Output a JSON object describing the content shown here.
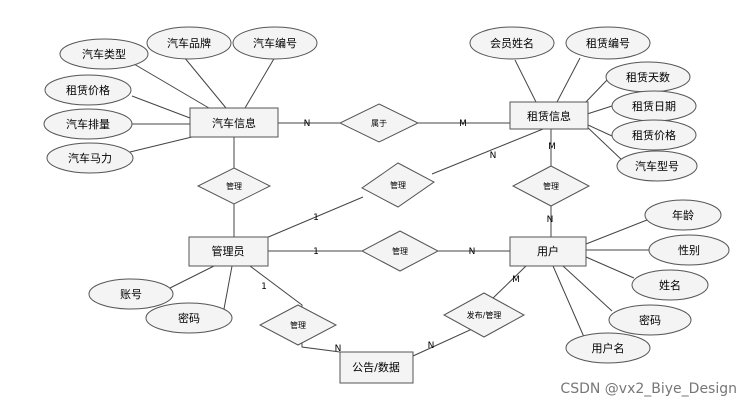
{
  "entities": {
    "car": "汽车信息",
    "rental": "租赁信息",
    "admin": "管理员",
    "user": "用户",
    "notice": "公告/数据"
  },
  "attributes": {
    "car_type": "汽车类型",
    "car_brand": "汽车品牌",
    "car_no": "汽车编号",
    "car_price": "租赁价格",
    "car_disp": "汽车排量",
    "car_hp": "汽车马力",
    "member_name": "会员姓名",
    "rental_no": "租赁编号",
    "rental_days": "租赁天数",
    "rental_date": "租赁日期",
    "rental_price": "租赁价格",
    "rental_model": "汽车型号",
    "user_age": "年龄",
    "user_gender": "性别",
    "user_name": "姓名",
    "user_pwd": "密码",
    "user_username": "用户名",
    "admin_account": "账号",
    "admin_pwd": "密码"
  },
  "relations": {
    "belongs": "属于",
    "manage_car": "管理",
    "manage_rental_admin": "管理",
    "manage_user_rental": "管理",
    "manage_admin_user": "管理",
    "manage_admin_notice": "管理",
    "publish_user_notice": "发布/管理"
  },
  "cardinalities": {
    "car_belongs": "N",
    "belongs_rental": "M",
    "rental_admin_n": "N",
    "admin_rental_1": "1",
    "admin_user_1": "1",
    "admin_user_n": "N",
    "rental_user_m": "M",
    "user_rental_n": "N",
    "admin_notice_1": "1",
    "notice_admin_n": "N",
    "notice_user_n": "N",
    "user_notice_m": "M"
  },
  "watermark": "CSDN @vx2_Biye_Design"
}
